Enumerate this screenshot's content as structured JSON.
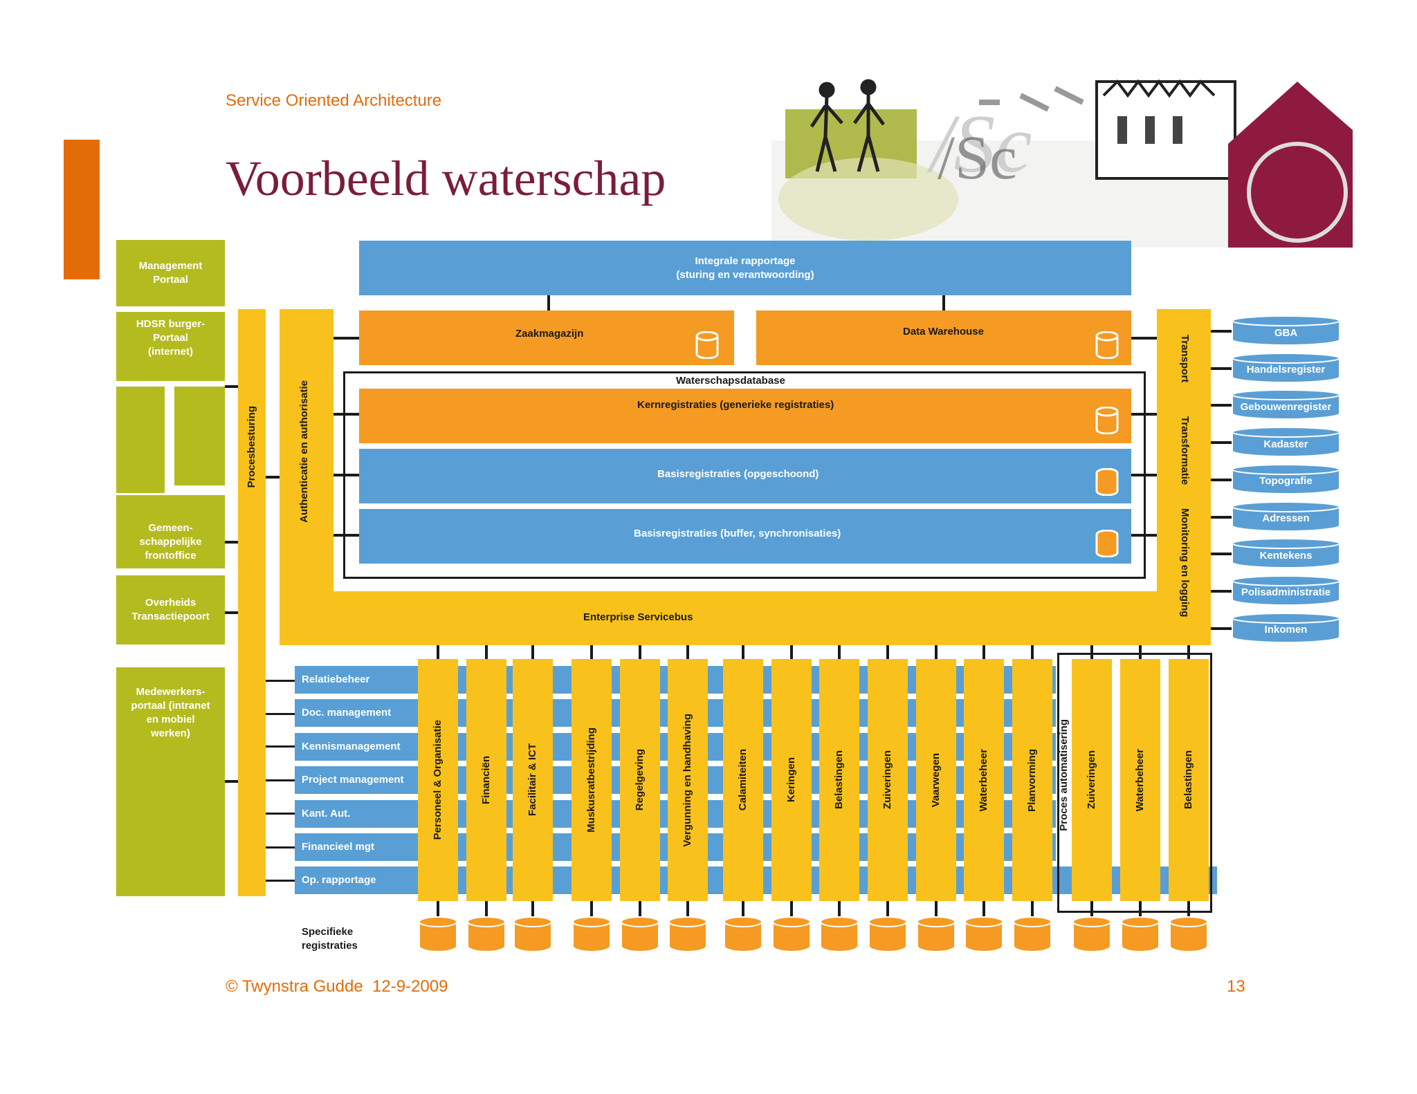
{
  "header": {
    "subtitle": "Service Oriented Architecture",
    "title": "Voorbeeld waterschap"
  },
  "footer": {
    "copyright": "© Twynstra Gudde  12-9-2009",
    "page_number": "13"
  },
  "colors": {
    "accent_orange": "#e36c09",
    "title_maroon": "#7a1d3c",
    "green": "#b4bb1f",
    "yellow": "#f9c11b",
    "orange": "#f59a22",
    "blue": "#599fd5"
  },
  "portals": [
    {
      "label": "Management\nPortaal"
    },
    {
      "label": "HDSR burger-\nPortaal\n(internet)"
    },
    {
      "label": "Gemeen-\nschappelijke\nfrontoffice"
    },
    {
      "label": "Overheids\nTransactiepoort"
    },
    {
      "label": "Medewerkers-\nportaal (intranet\nen mobiel\nwerken)"
    }
  ],
  "procesbesturing": "Procesbesturing",
  "authenticatie": "Authenticatie en authorisatie",
  "integrale_rapportage": "Integrale rapportage\n(sturing en verantwoording)",
  "zaakmagazijn": "Zaakmagazijn",
  "data_warehouse": "Data Warehouse",
  "waterschapsdatabase": "Waterschapsdatabase",
  "kernregistraties": "Kernregistraties (generieke registraties)",
  "basis_opgeschoond": "Basisregistraties (opgeschoond)",
  "basis_buffer": "Basisregistraties (buffer, synchronisaties)",
  "enterprise_servicebus": "Enterprise Servicebus",
  "right_bar": {
    "transport": "Transport",
    "transformatie": "Transformatie",
    "monitoring": "Monitoring en logging"
  },
  "external_registries": [
    "GBA",
    "Handelsregister",
    "Gebouwenregister",
    "Kadaster",
    "Topografie",
    "Adressen",
    "Kentekens",
    "Polisadministratie",
    "Inkomen"
  ],
  "horizontal_services": [
    "Relatiebeheer",
    "Doc. management",
    "Kennismanagement",
    "Project management",
    "Kant. Aut.",
    "Financieel mgt",
    "Op. rapportage"
  ],
  "vertical_processes": [
    "Personeel & Organisatie",
    "Financiën",
    "Facilitair & ICT",
    "Muskusratbestrijding",
    "Regelgeving",
    "Vergunning en handhaving",
    "Calamiteiten",
    "Keringen",
    "Belastingen",
    "Zuiveringen",
    "Vaarwegen",
    "Waterbeheer",
    "Planvorming"
  ],
  "proces_automatisering": {
    "label": "Proces automatisering",
    "items": [
      "Zuiveringen",
      "Waterbeheer",
      "Belastingen"
    ]
  },
  "specifieke_registraties": "Specifieke\nregistraties"
}
